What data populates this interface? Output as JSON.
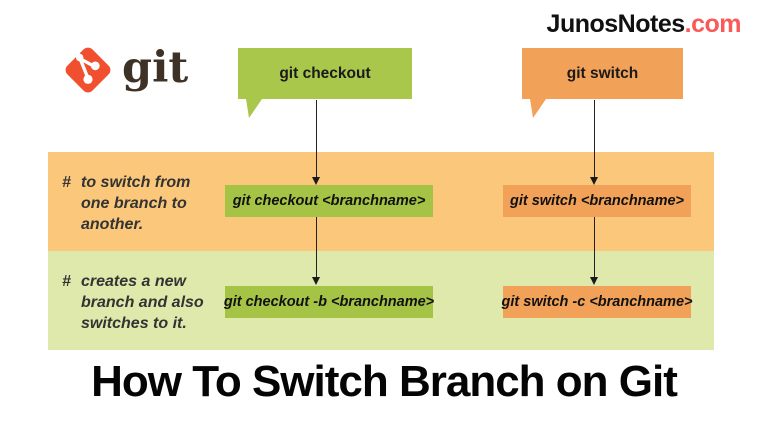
{
  "brand": {
    "name": "JunosNotes",
    "tld": ".com"
  },
  "logo": {
    "wordmark": "git"
  },
  "title": "How To Switch Branch on Git",
  "flow": {
    "checkout": {
      "label": "git checkout",
      "command_basic": "git checkout <branchname>",
      "command_create": "git checkout -b <branchname>"
    },
    "switch": {
      "label": "git switch",
      "command_basic": "git switch <branchname>",
      "command_create": "git switch -c <branchname>"
    }
  },
  "rows": [
    {
      "hash": "#",
      "lines": [
        "to switch from",
        "one branch to",
        "another."
      ]
    },
    {
      "hash": "#",
      "lines": [
        "creates a new",
        "branch and also",
        "switches to it."
      ]
    }
  ],
  "colors": {
    "green": "#a9c74b",
    "orange": "#f2a258",
    "band_orange": "#fbc87b",
    "band_green": "#dfe9ab",
    "brand_red": "#fb5858",
    "git_logo_red": "#f0502f",
    "git_wordmark_brown": "#3e3226"
  }
}
